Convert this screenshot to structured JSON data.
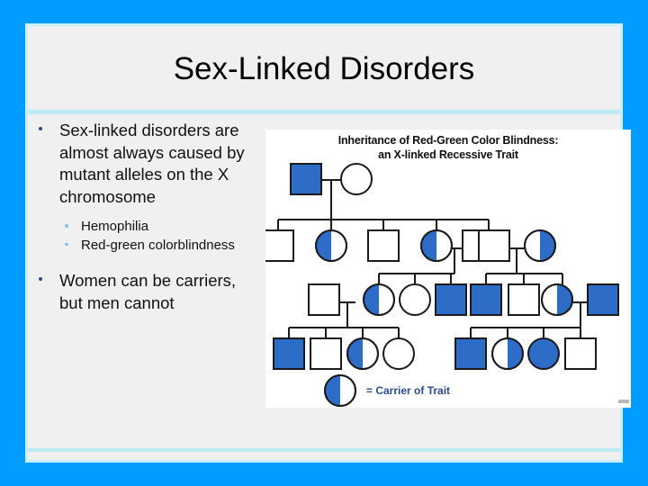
{
  "slide": {
    "title": "Sex-Linked Disorders",
    "background_color": "#0099FF",
    "panel_color": "#F0F0F0",
    "accent_color": "#BDEAF4"
  },
  "content": {
    "bullets": [
      {
        "level": 1,
        "text": "Sex-linked disorders are almost always caused by mutant alleles on the X chromosome"
      },
      {
        "level": 2,
        "text": "Hemophilia"
      },
      {
        "level": 2,
        "text": "Red-green colorblindness"
      },
      {
        "level": 1,
        "text": "Women can be carriers, but men cannot"
      }
    ]
  },
  "pedigree": {
    "title_line1": "Inheritance of Red-Green Color Blindness:",
    "title_line2": "an X-linked Recessive Trait",
    "legend_label": "= Carrier of Trait",
    "legend_symbol": "half-filled-circle",
    "affected_color": "#2D6CC7",
    "line_color": "#1A1A1A",
    "generations": [
      {
        "id": "I",
        "individuals": [
          {
            "shape": "square",
            "fill": "affected",
            "label": "affected-male"
          },
          {
            "shape": "circle",
            "fill": "none",
            "label": "unaffected-female"
          }
        ]
      },
      {
        "id": "II",
        "individuals": [
          {
            "shape": "square",
            "fill": "none",
            "label": "unaffected-male"
          },
          {
            "shape": "circle",
            "fill": "left-half",
            "label": "carrier-female"
          },
          {
            "shape": "square",
            "fill": "none",
            "label": "unaffected-male"
          },
          {
            "shape": "circle",
            "fill": "left-half",
            "label": "carrier-female"
          },
          {
            "shape": "square",
            "fill": "none",
            "label": "unaffected-male"
          },
          {
            "shape": "square",
            "fill": "none",
            "label": "unaffected-male"
          },
          {
            "shape": "circle",
            "fill": "right-half",
            "label": "carrier-female"
          }
        ]
      },
      {
        "id": "III",
        "individuals": [
          {
            "shape": "square",
            "fill": "none",
            "label": "unaffected-male"
          },
          {
            "shape": "circle",
            "fill": "left-half",
            "label": "carrier-female"
          },
          {
            "shape": "circle",
            "fill": "none",
            "label": "unaffected-female"
          },
          {
            "shape": "square",
            "fill": "affected",
            "label": "affected-male"
          },
          {
            "shape": "square",
            "fill": "affected",
            "label": "affected-male"
          },
          {
            "shape": "square",
            "fill": "none",
            "label": "unaffected-male"
          },
          {
            "shape": "circle",
            "fill": "right-half",
            "label": "carrier-female"
          },
          {
            "shape": "square",
            "fill": "affected",
            "label": "affected-male"
          }
        ]
      },
      {
        "id": "IV",
        "individuals": [
          {
            "shape": "square",
            "fill": "affected",
            "label": "affected-male"
          },
          {
            "shape": "square",
            "fill": "none",
            "label": "unaffected-male"
          },
          {
            "shape": "circle",
            "fill": "left-half",
            "label": "carrier-female"
          },
          {
            "shape": "circle",
            "fill": "none",
            "label": "unaffected-female"
          },
          {
            "shape": "square",
            "fill": "affected",
            "label": "affected-male"
          },
          {
            "shape": "circle",
            "fill": "right-half",
            "label": "carrier-female"
          },
          {
            "shape": "circle",
            "fill": "affected",
            "label": "affected-female"
          },
          {
            "shape": "square",
            "fill": "none",
            "label": "unaffected-male"
          }
        ]
      }
    ]
  }
}
